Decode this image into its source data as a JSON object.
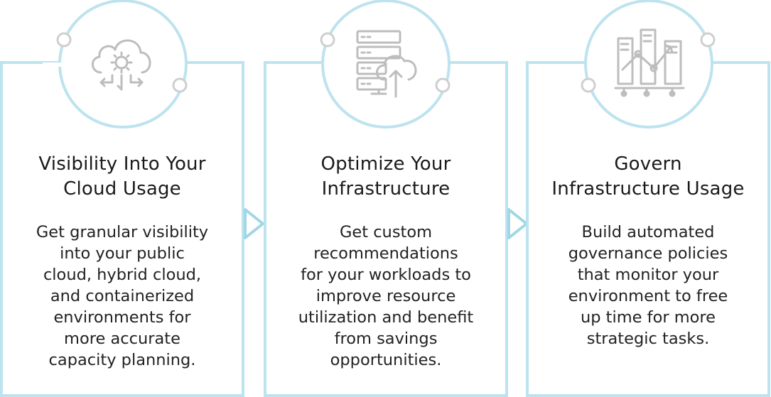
{
  "colors": {
    "frame": "#bde3ee",
    "connector": "#d8d8d8",
    "icon": "#bdbdbd",
    "arrow": "#9fd7e6",
    "text": "#1a1a1a"
  },
  "steps": [
    {
      "title": "Visibility Into Your\nCloud Usage",
      "description": "Get granular visibility\ninto your public\ncloud, hybrid cloud,\nand containerized\nenvironments for\nmore accurate\ncapacity planning.",
      "icon": "cloud-gear-icon"
    },
    {
      "title": "Optimize Your\nInfrastructure",
      "description": "Get custom\nrecommendations\nfor your workloads to\nimprove resource\nutilization and benefit\nfrom savings\nopportunities.",
      "icon": "server-cloud-upload-icon"
    },
    {
      "title": "Govern\nInfrastructure Usage",
      "description": "Build automated\ngovernance policies\nthat monitor your\nenvironment to free\nup time for more\nstrategic tasks.",
      "icon": "governance-chart-icon"
    }
  ],
  "connectors": [
    "chevron-right-icon",
    "chevron-right-icon"
  ]
}
